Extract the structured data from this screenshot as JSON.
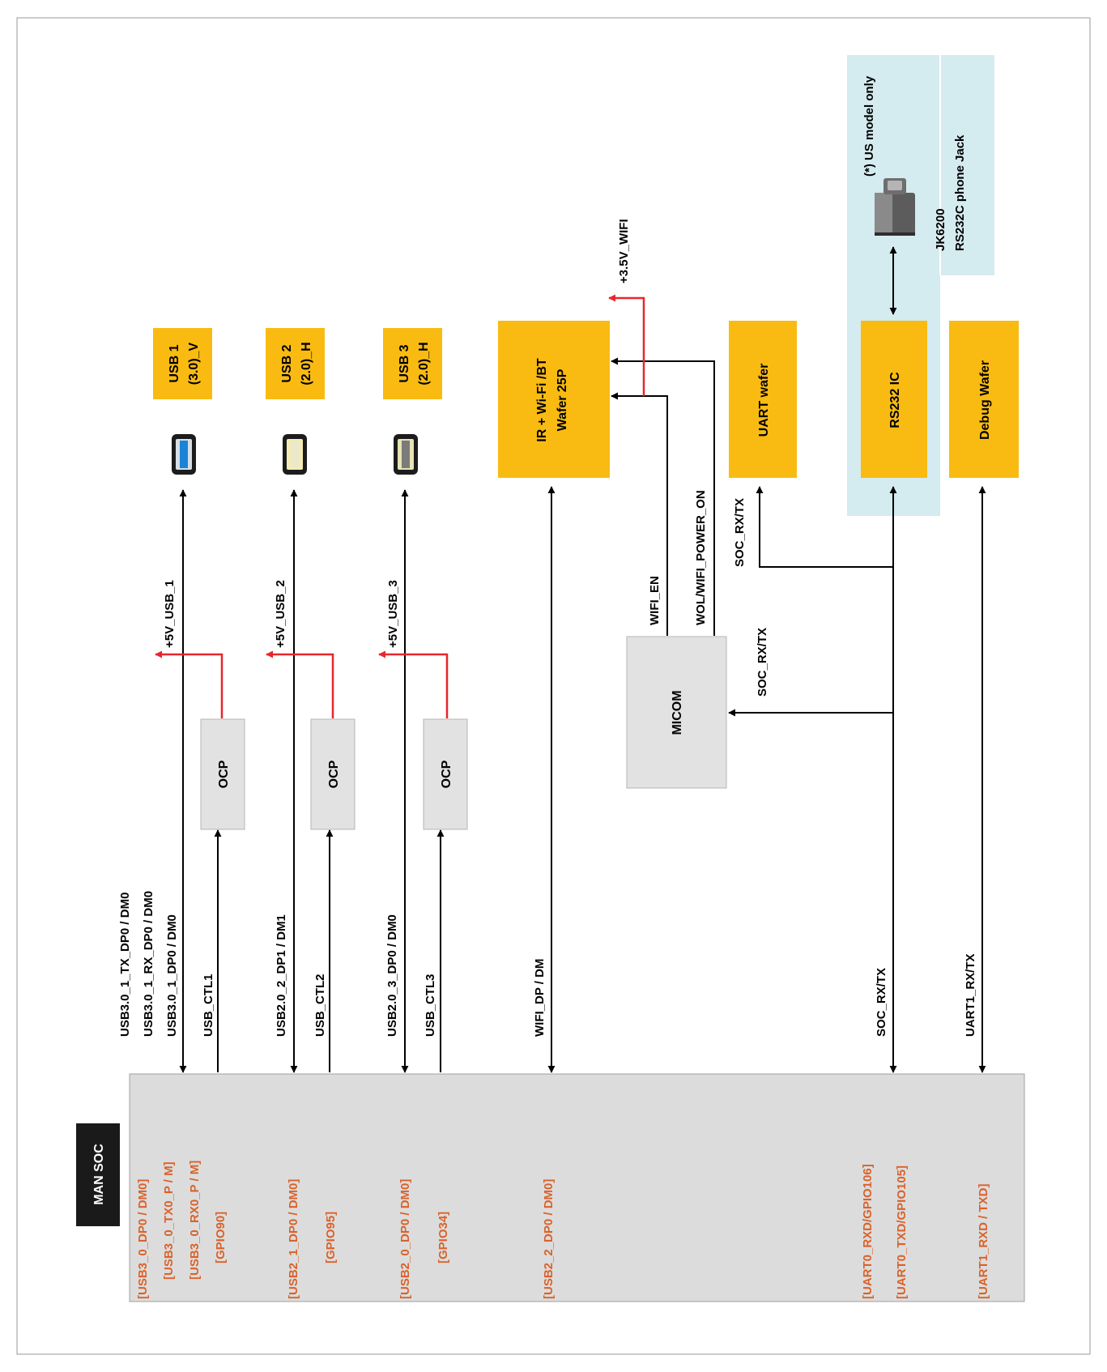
{
  "soc": {
    "title": "MAN SOC",
    "pins": [
      "[USB3_0_DP0 / DM0]",
      "[USB3_0_TX0_P / M]",
      "[USB3_0_RX0_P / M]",
      "[GPIO90]",
      "[USB2_1_DP0 / DM0]",
      "[GPIO95]",
      "[USB2_0_DP0 / DM0]",
      "[GPIO34]",
      "[USB2_2_DP0 / DM0]",
      "[UART0_RXD/GPIO106]",
      "[UART0_TXD/GPIO105]",
      "[UART1_RXD / TXD]"
    ]
  },
  "signals": {
    "usb1_data_1": "USB3.0_1_TX_DP0 / DM0",
    "usb1_data_2": "USB3.0_1_RX_DP0 / DM0",
    "usb1_data_3": "USB3.0_1_DP0 / DM0",
    "usb1_ctl": "USB_CTL1",
    "usb2_data": "USB2.0_2_DP1 / DM1",
    "usb2_ctl": "USB_CTL2",
    "usb3_data": "USB2.0_3_DP0 / DM0",
    "usb3_ctl": "USB_CTL3",
    "wifi_data": "WIFI_DP / DM",
    "soc_rxtx_main": "SOC_RX/TX",
    "uart1_rxtx": "UART1_RX/TX",
    "micom_rxtx": "SOC_RX/TX",
    "uart_wafer_rxtx": "SOC_RX/TX",
    "wifi_en": "WIFI_EN",
    "wol_power": "WOL/WIFI_POWER_ON",
    "pwr_wifi": "+3.5V_WIFI",
    "pwr_usb1": "+5V_USB_1",
    "pwr_usb2": "+5V_USB_2",
    "pwr_usb3": "+5V_USB_3"
  },
  "blocks": {
    "ocp": "OCP",
    "micom": "MICOM",
    "wifi_line1": "IR + Wi-Fi /BT",
    "wifi_line2": "Wafer 25P",
    "uart_wafer": "UART wafer",
    "rs232": "RS232 IC",
    "debug_wafer": "Debug Wafer"
  },
  "ports": {
    "usb1_line1": "USB 1",
    "usb1_line2": "(3.0)_V",
    "usb2_line1": "USB 2",
    "usb2_line2": "(2.0)_H",
    "usb3_line1": "USB 3",
    "usb3_line2": "(2.0)_H"
  },
  "jack": {
    "note": "(*) US model only",
    "part": "JK6200",
    "desc": "RS232C phone Jack"
  },
  "colors": {
    "soc_fill": "#dcdcdc",
    "block_fill": "#f9bb12",
    "ocp_fill": "#e2e2e2",
    "pin_text": "#d9622b",
    "power_line": "#e8262c",
    "us_region": "#d4ebf0"
  }
}
